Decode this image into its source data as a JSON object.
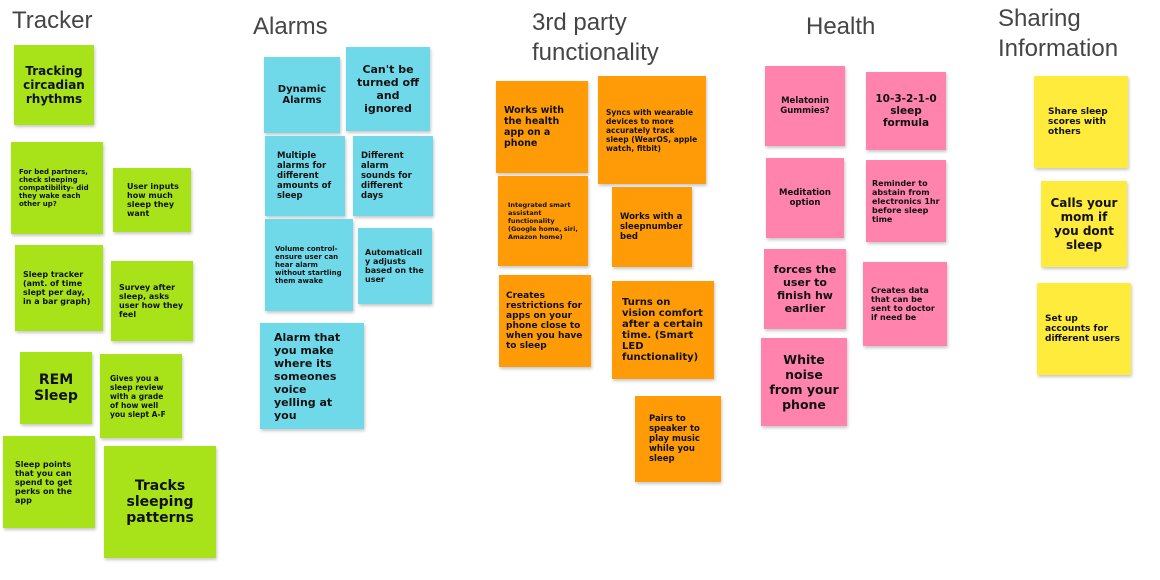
{
  "columns": {
    "tracker": "Tracker",
    "alarms": "Alarms",
    "third_party": "3rd party functionality",
    "health": "Health",
    "sharing": "Sharing Information"
  },
  "colors": {
    "tracker": "#a8e31a",
    "alarms": "#6fd9ea",
    "third_party": "#ff9b06",
    "health": "#ff83ad",
    "sharing": "#ffeb3b"
  },
  "notes": {
    "tracker": [
      "Tracking circadian rhythms",
      "For bed partners, check sleeping compatibility- did they wake each other up?",
      "User inputs how much sleep they want",
      "Sleep tracker (amt. of time slept per day, in a bar graph)",
      "Survey after sleep, asks user how they feel",
      "REM Sleep",
      "Gives you a sleep review with a grade of how well you slept A-F",
      "Sleep points that you can spend to get perks on the app",
      "Tracks sleeping patterns"
    ],
    "alarms": [
      "Dynamic Alarms",
      "Can't be turned off and ignored",
      "Multiple alarms for different amounts of sleep",
      "Different alarm sounds for different days",
      "Volume control- ensure user can hear alarm without startling them awake",
      "Automatically adjusts based on the user",
      "Alarm that you make where its someones voice yelling at you"
    ],
    "third_party": [
      "Works with the health app on a phone",
      "Syncs with wearable devices to more accurately track sleep (WearOS, apple watch, fitbit)",
      "Integrated smart assistant functionality (Google home, siri, Amazon home)",
      "Works with a sleepnumber bed",
      "Creates restrictions for apps on your phone close to when you have to sleep",
      "Turns on vision comfort after a certain time. (Smart LED functionality)",
      "Pairs to speaker to play music while you sleep"
    ],
    "health": [
      "Melatonin Gummies?",
      "10-3-2-1-0 sleep formula",
      "Meditation option",
      "Reminder to abstain from electronics 1hr before sleep time",
      "forces the user to finish hw earlier",
      "Creates data that can be sent to doctor if need be",
      "White noise from your phone"
    ],
    "sharing": [
      "Share sleep scores with others",
      "Calls your mom if you dont sleep",
      "Set up accounts for different users"
    ]
  }
}
